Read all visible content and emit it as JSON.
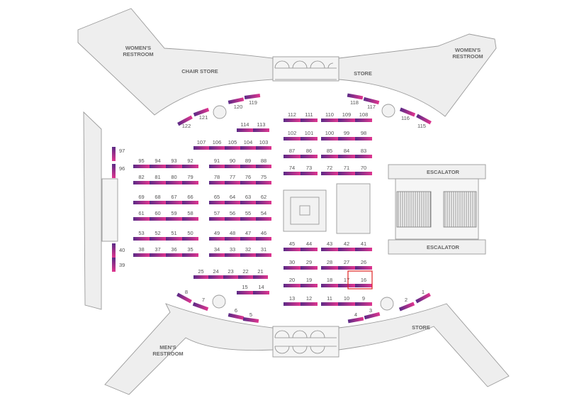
{
  "labels": {
    "womens_left": [
      "WOMEN'S",
      "RESTROOM"
    ],
    "chair_store": "CHAIR STORE",
    "store_top": "STORE",
    "womens_right": [
      "WOMEN'S",
      "RESTROOM"
    ],
    "escalator_top": "ESCALATOR",
    "escalator_bottom": "ESCALATOR",
    "mens": [
      "MEN'S",
      "RESTROOM"
    ],
    "store_bottom": "STORE"
  },
  "colors": {
    "purple": "#5b2a86",
    "magenta": "#e0358f",
    "highlight": "#e02424"
  },
  "selected_booth": "16",
  "booth_rows": [
    {
      "id": "row-112-108",
      "numbers": [
        "112",
        "111",
        "110",
        "109",
        "108"
      ]
    },
    {
      "id": "row-114-113",
      "numbers": [
        "114",
        "113"
      ]
    },
    {
      "id": "row-102-98",
      "numbers": [
        "102",
        "101",
        "100",
        "99",
        "98"
      ]
    },
    {
      "id": "row-107-103",
      "numbers": [
        "107",
        "106",
        "105",
        "104",
        "103"
      ]
    },
    {
      "id": "row-87-83",
      "numbers": [
        "87",
        "86",
        "85",
        "84",
        "83"
      ]
    },
    {
      "id": "row-95-92",
      "numbers": [
        "95",
        "94",
        "93",
        "92"
      ]
    },
    {
      "id": "row-91-88",
      "numbers": [
        "91",
        "90",
        "89",
        "88"
      ]
    },
    {
      "id": "row-74-70",
      "numbers": [
        "74",
        "73",
        "72",
        "71",
        "70"
      ]
    },
    {
      "id": "row-82-79",
      "numbers": [
        "82",
        "81",
        "80",
        "79"
      ]
    },
    {
      "id": "row-78-75",
      "numbers": [
        "78",
        "77",
        "76",
        "75"
      ]
    },
    {
      "id": "row-69-66",
      "numbers": [
        "69",
        "68",
        "67",
        "66"
      ]
    },
    {
      "id": "row-65-62",
      "numbers": [
        "65",
        "64",
        "63",
        "62"
      ]
    },
    {
      "id": "row-61-58",
      "numbers": [
        "61",
        "60",
        "59",
        "58"
      ]
    },
    {
      "id": "row-57-54",
      "numbers": [
        "57",
        "56",
        "55",
        "54"
      ]
    },
    {
      "id": "row-53-50",
      "numbers": [
        "53",
        "52",
        "51",
        "50"
      ]
    },
    {
      "id": "row-49-46",
      "numbers": [
        "49",
        "48",
        "47",
        "46"
      ]
    },
    {
      "id": "row-45-41",
      "numbers": [
        "45",
        "44",
        "43",
        "42",
        "41"
      ]
    },
    {
      "id": "row-38-35",
      "numbers": [
        "38",
        "37",
        "36",
        "35"
      ]
    },
    {
      "id": "row-34-31",
      "numbers": [
        "34",
        "33",
        "32",
        "31"
      ]
    },
    {
      "id": "row-30-26",
      "numbers": [
        "30",
        "29",
        "28",
        "27",
        "26"
      ]
    },
    {
      "id": "row-25-21",
      "numbers": [
        "25",
        "24",
        "23",
        "22",
        "21"
      ]
    },
    {
      "id": "row-20-16",
      "numbers": [
        "20",
        "19",
        "18",
        "17",
        "16"
      ]
    },
    {
      "id": "row-15-14",
      "numbers": [
        "15",
        "14"
      ]
    },
    {
      "id": "row-13-9",
      "numbers": [
        "13",
        "12",
        "11",
        "10",
        "9"
      ]
    }
  ],
  "wall_booths": [
    "97",
    "96",
    "40",
    "39"
  ],
  "arc_booths": [
    "122",
    "121",
    "120",
    "119",
    "118",
    "117",
    "116",
    "115",
    "8",
    "7",
    "6",
    "5",
    "4",
    "3",
    "2",
    "1"
  ]
}
